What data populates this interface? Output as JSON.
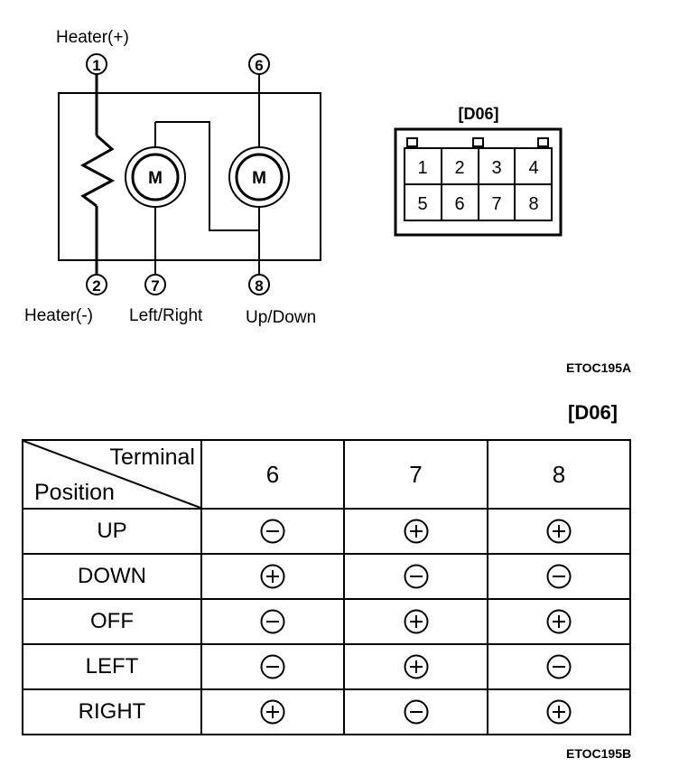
{
  "schematic": {
    "terminal_numbers": [
      "1",
      "6",
      "2",
      "7",
      "8"
    ],
    "motor_letter": "M",
    "labels": {
      "heater_pos": "Heater(+)",
      "heater_neg": "Heater(-)",
      "left_right": "Left/Right",
      "up_down": "Up/Down"
    },
    "figure_code_a": "ETOC195A"
  },
  "connector": {
    "name": "[D06]",
    "pins": [
      "1",
      "2",
      "3",
      "4",
      "5",
      "6",
      "7",
      "8"
    ]
  },
  "table": {
    "connector_name": "[D06]",
    "corner_terminal": "Terminal",
    "corner_position": "Position",
    "terminals": [
      "6",
      "7",
      "8"
    ],
    "rows": [
      {
        "position": "UP",
        "signs": [
          "minus",
          "plus",
          "plus"
        ]
      },
      {
        "position": "DOWN",
        "signs": [
          "plus",
          "minus",
          "minus"
        ]
      },
      {
        "position": "OFF",
        "signs": [
          "minus",
          "plus",
          "plus"
        ]
      },
      {
        "position": "LEFT",
        "signs": [
          "minus",
          "plus",
          "minus"
        ]
      },
      {
        "position": "RIGHT",
        "signs": [
          "plus",
          "minus",
          "plus"
        ]
      }
    ],
    "figure_code_b": "ETOC195B"
  }
}
